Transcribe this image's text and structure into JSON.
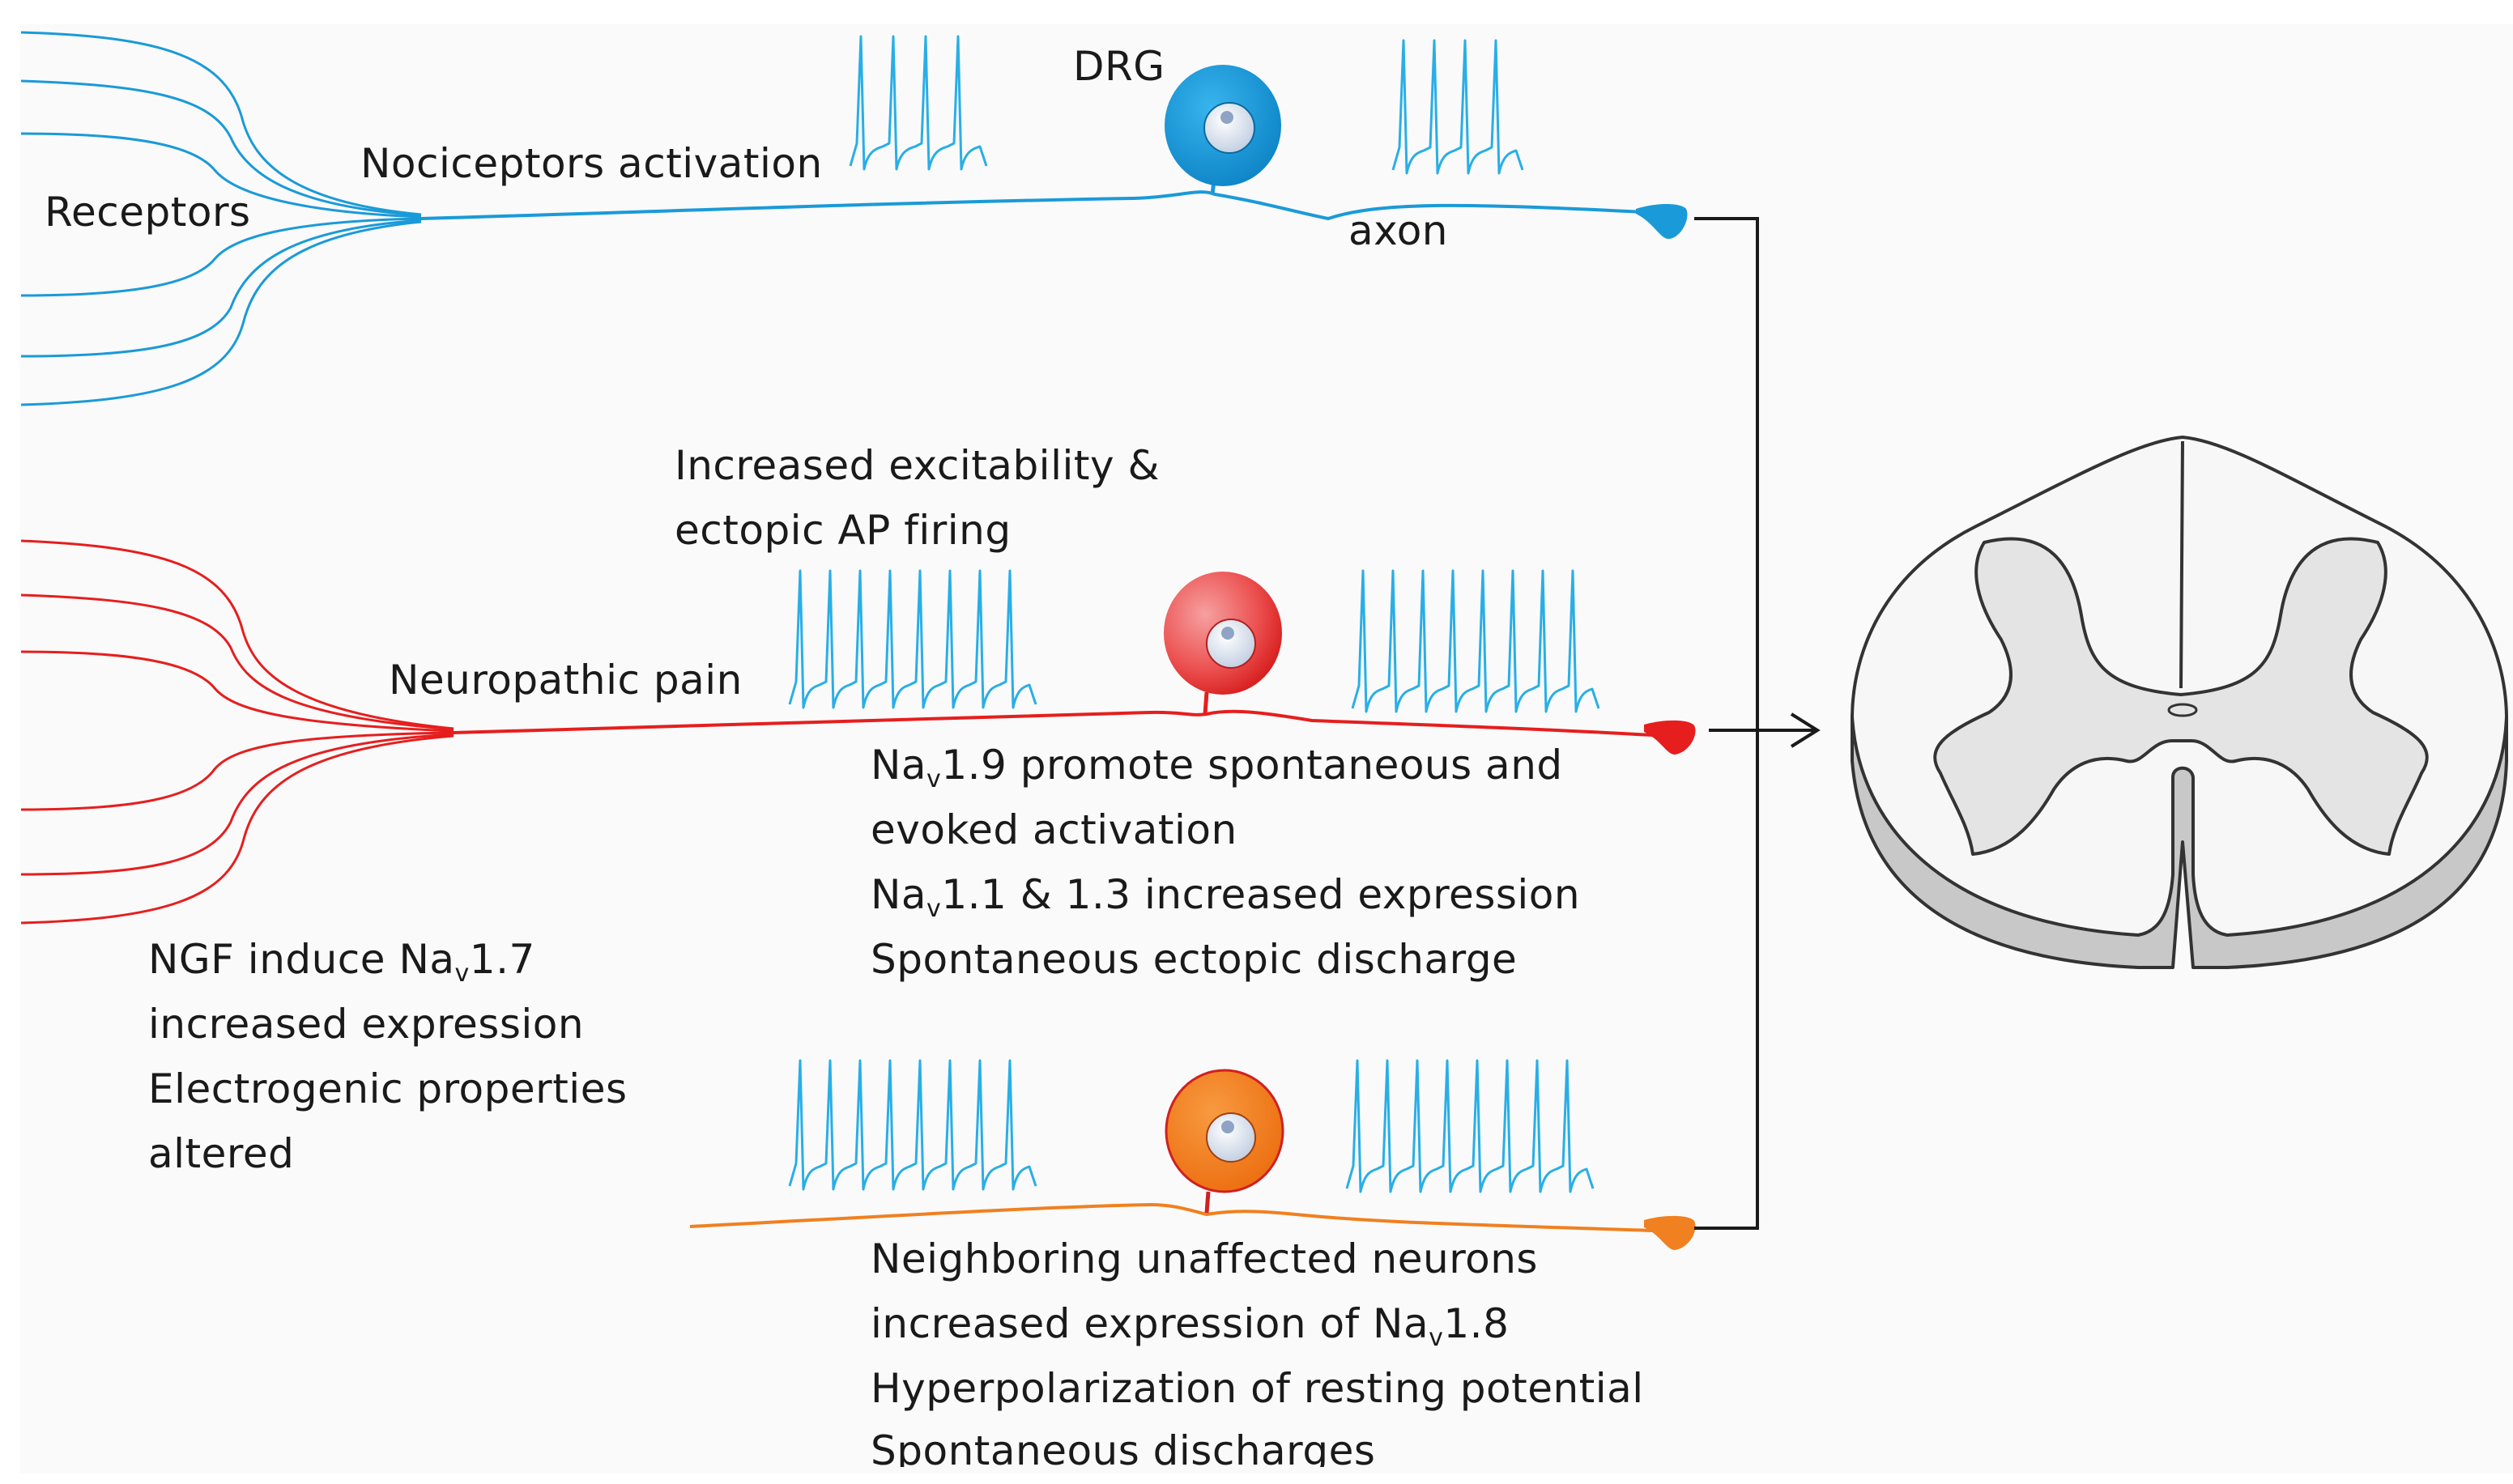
{
  "labels": {
    "receptors": "Receptors",
    "nociceptors_activation": "Nociceptors activation",
    "drg": "DRG",
    "axon": "axon",
    "increased_excitability_1": "Increased excitability &",
    "increased_excitability_2": "ectopic AP firing",
    "neuropathic_pain": "Neuropathic pain",
    "nav19_pre": "Na",
    "nav19_sub": "v",
    "nav19_post": "1.9 promote spontaneous and",
    "evoked_activation": "evoked activation",
    "nav11_pre": "Na",
    "nav11_sub": "v",
    "nav11_post": "1.1 & 1.3 increased expression",
    "spontaneous_ectopic": "Spontaneous ectopic discharge",
    "ngf_pre": "NGF induce Na",
    "ngf_sub": "v",
    "ngf_post": "1.7",
    "ngf_line2": "increased expression",
    "ngf_line3": "Electrogenic properties",
    "ngf_line4": "altered",
    "neighbor_line1": "Neighboring unaffected neurons",
    "neighbor_pre": "increased expression of Na",
    "neighbor_sub": "v",
    "neighbor_post": "1.8",
    "neighbor_line3": "Hyperpolarization of resting potential",
    "neighbor_line4": "Spontaneous discharges"
  },
  "colors": {
    "normal_neuron": "#1a9ad8",
    "spike": "#29aee6",
    "neuropathic_neuron": "#e61e1e",
    "neighbor_neuron": "#f08020",
    "spinal_gray": "#e4e4e4",
    "outline": "#333333"
  }
}
